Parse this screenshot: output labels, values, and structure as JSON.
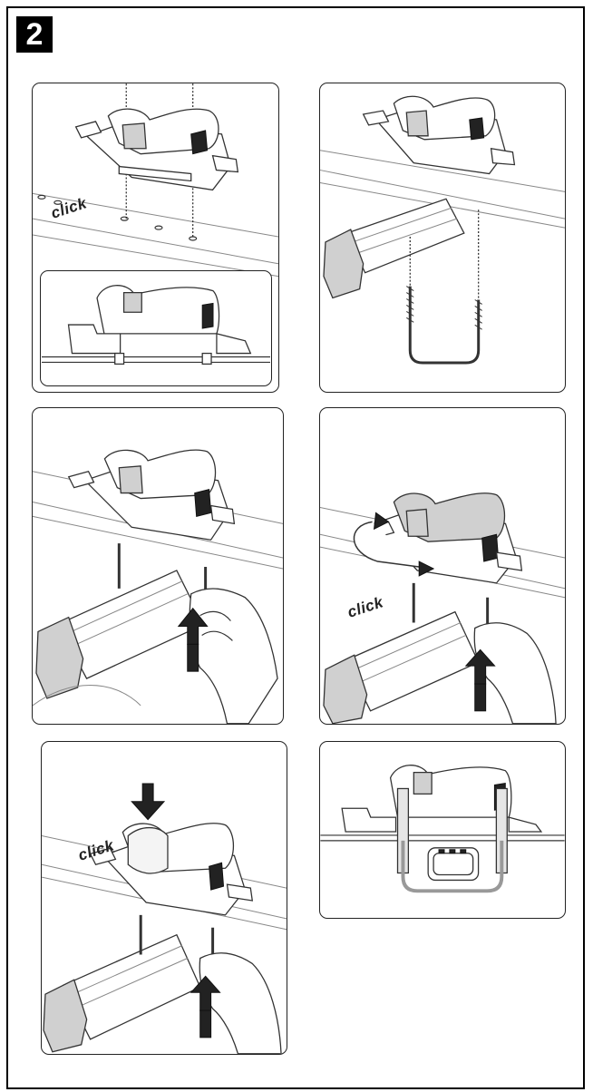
{
  "step_number": "2",
  "click_text": "click",
  "panels": [
    {
      "id": "attach-mount",
      "has_click": true
    },
    {
      "id": "align-ubolt",
      "has_click": false
    },
    {
      "id": "insert-ubolt",
      "has_click": false
    },
    {
      "id": "rotate-lock",
      "has_click": true
    },
    {
      "id": "press-down",
      "has_click": true
    },
    {
      "id": "final-view",
      "has_click": false
    }
  ],
  "colors": {
    "line": "#333333",
    "shade": "#d0d0d0",
    "arrow": "#222222"
  }
}
